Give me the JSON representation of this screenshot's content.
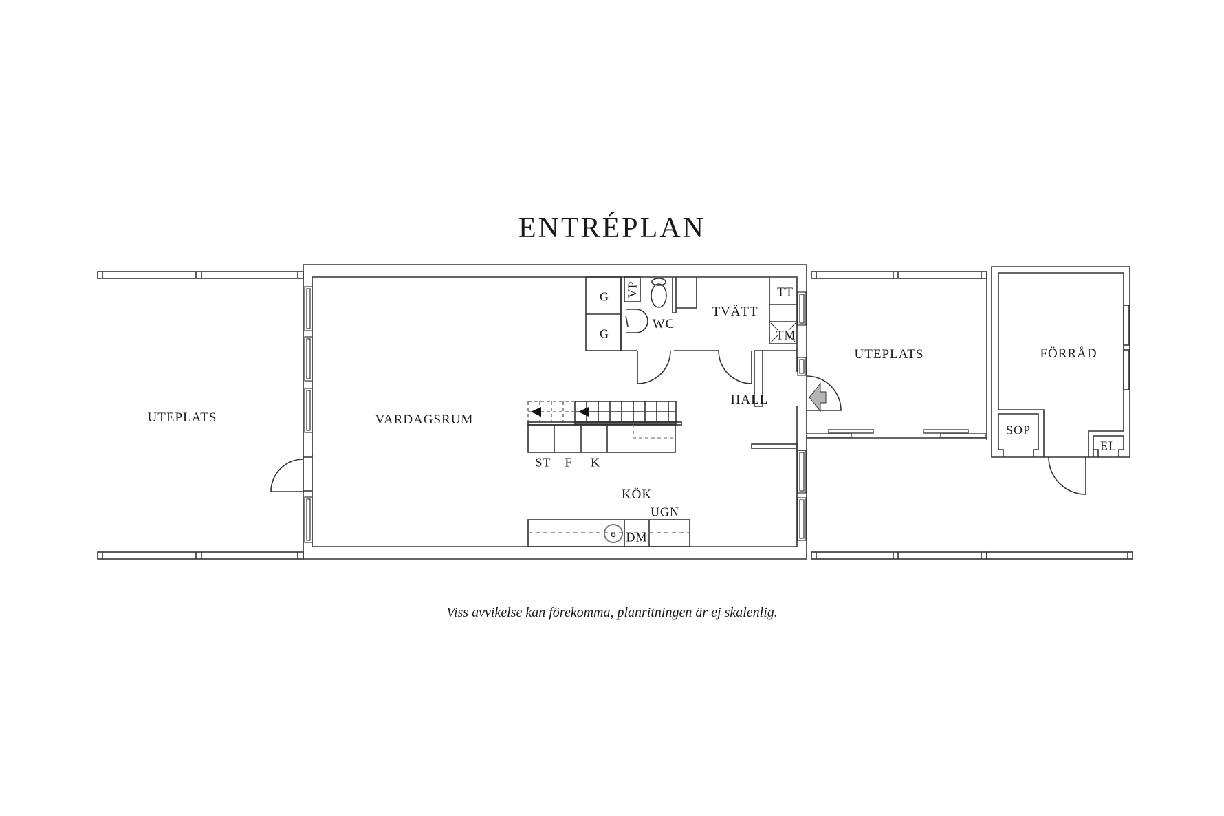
{
  "title": "ENTRÉPLAN",
  "disclaimer": "Viss avvikelse kan förekomma, planritningen är ej skalenlig.",
  "rooms": {
    "uteplats_west": "UTEPLATS",
    "vardagsrum": "VARDAGSRUM",
    "wc": "WC",
    "tvatt": "TVÄTT",
    "hall": "HALL",
    "kok": "KÖK",
    "uteplats_east": "UTEPLATS",
    "forrad": "FÖRRÅD"
  },
  "fixtures": {
    "g1": "G",
    "g2": "G",
    "vp": "VP",
    "tt": "TT",
    "tm": "TM",
    "st": "ST",
    "f": "F",
    "k": "K",
    "ugn": "UGN",
    "dm": "DM",
    "sop": "SOP",
    "el": "EL"
  },
  "colors": {
    "line": "#333333",
    "entrance_arrow": "#b5b5b5",
    "background": "#ffffff"
  }
}
